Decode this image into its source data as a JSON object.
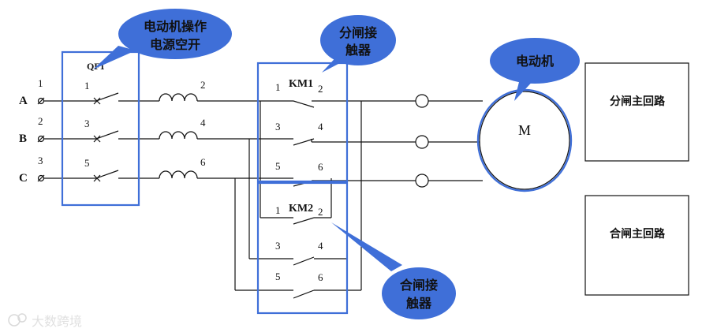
{
  "phases": [
    {
      "name": "A",
      "input_terminal": "1",
      "breaker_terminal": "1",
      "output_terminal": "2"
    },
    {
      "name": "B",
      "input_terminal": "2",
      "breaker_terminal": "3",
      "output_terminal": "4"
    },
    {
      "name": "C",
      "input_terminal": "3",
      "breaker_terminal": "5",
      "output_terminal": "6"
    }
  ],
  "breaker": {
    "label": "QF1"
  },
  "contactors": [
    {
      "label": "KM1",
      "terminals": [
        "1",
        "2",
        "3",
        "4",
        "5",
        "6"
      ]
    },
    {
      "label": "KM2",
      "terminals": [
        "1",
        "2",
        "3",
        "4",
        "5",
        "6"
      ]
    }
  ],
  "motor": {
    "symbol": "M"
  },
  "callouts": {
    "breaker": [
      "电动机操作",
      "电源空开"
    ],
    "open_contactor": [
      "分闸接",
      "触器"
    ],
    "motor": "电动机",
    "close_contactor": [
      "合闸接",
      "触器"
    ]
  },
  "boxes": {
    "open_circuit": "分闸主回路",
    "close_circuit": "合闸主回路"
  },
  "watermark": "大数跨境",
  "colors": {
    "accent": "#3f6fd8",
    "callout_fill": "#3f6fd8",
    "line": "#111111"
  }
}
